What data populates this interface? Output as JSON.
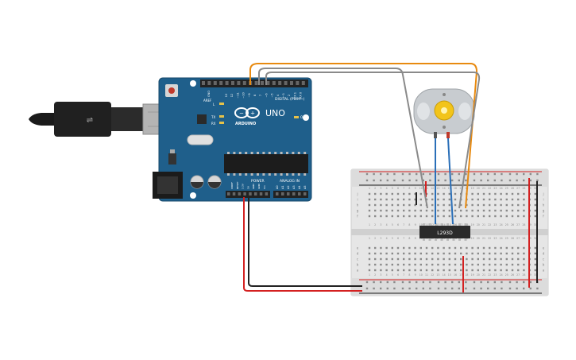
{
  "arduino": {
    "brand": "ARDUINO",
    "model": "UNO",
    "digital_label": "DIGITAL (PWM~)",
    "power_label": "POWER",
    "analog_label": "ANALOG IN",
    "on_label": "ON",
    "l_label": "L",
    "tx_label": "TX",
    "rx_label": "RX",
    "aref_label": "AREF",
    "gnd_label": "GND",
    "digital_pins": [
      "13",
      "12",
      "~11",
      "~10",
      "~9",
      "8",
      "7",
      "~6",
      "~5",
      "4",
      "~3",
      "2",
      "TX 1",
      "RX 0"
    ],
    "power_pins": [
      "IOREF",
      "RESET",
      "3.3V",
      "5V",
      "GND",
      "GND",
      "Vin"
    ],
    "analog_pins": [
      "A0",
      "A1",
      "A2",
      "A3",
      "A4",
      "A5"
    ]
  },
  "chip": {
    "label": "L293D"
  },
  "breadboard": {
    "rows_top": [
      "j",
      "i",
      "h",
      "g",
      "f"
    ],
    "rows_bottom": [
      "e",
      "d",
      "c",
      "b",
      "a"
    ],
    "column_count": 30
  },
  "colors": {
    "board_blue": "#1f5f8b",
    "wire_orange": "#e88a10",
    "wire_gray": "#8a8a8a",
    "wire_red": "#d42020",
    "wire_black": "#222222",
    "wire_blue": "#2a6fb8",
    "motor_gray": "#c8ccd0",
    "motor_gold": "#f2c41a"
  }
}
